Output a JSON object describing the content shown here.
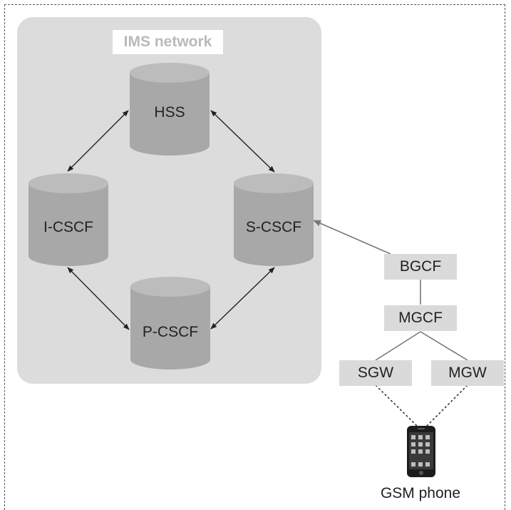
{
  "ims_network": {
    "title": "IMS network",
    "nodes": {
      "hss": "HSS",
      "icscf": "I-CSCF",
      "scscf": "S-CSCF",
      "pcscf": "P-CSCF"
    }
  },
  "external": {
    "bgcf": "BGCF",
    "mgcf": "MGCF",
    "sgw": "SGW",
    "mgw": "MGW",
    "phone": "GSM phone"
  }
}
